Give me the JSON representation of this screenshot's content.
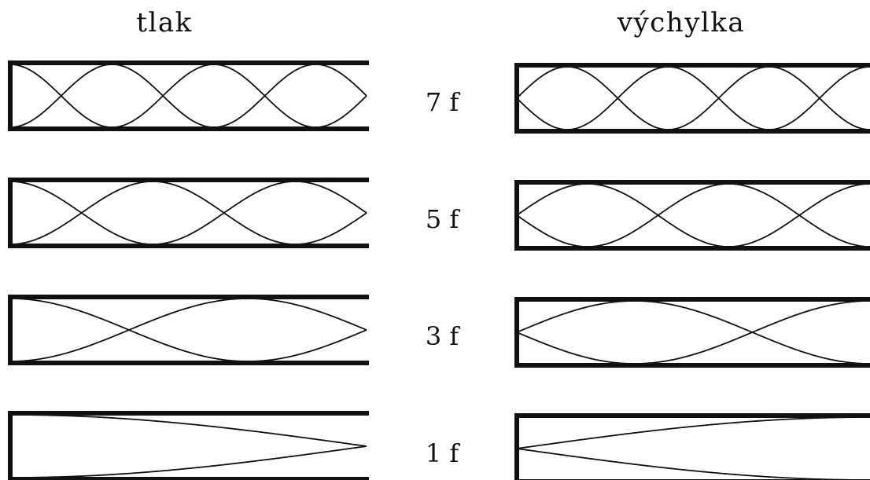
{
  "columns": {
    "pressure_title": "tlak",
    "displacement_title": "výchylka"
  },
  "modes": [
    {
      "label": "7 f",
      "harmonic": 7
    },
    {
      "label": "5 f",
      "harmonic": 5
    },
    {
      "label": "3 f",
      "harmonic": 3
    },
    {
      "label": "1 f",
      "harmonic": 1
    }
  ]
}
